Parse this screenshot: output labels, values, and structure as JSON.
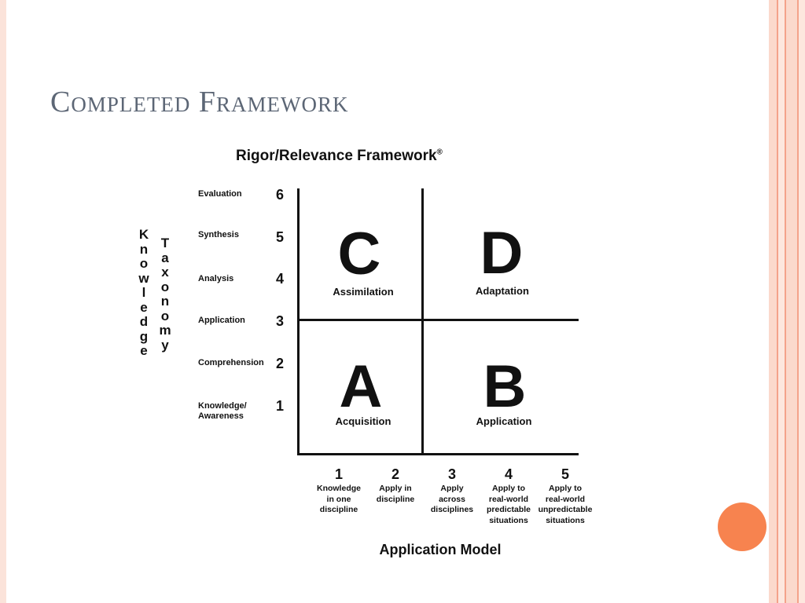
{
  "slide": {
    "title": "Completed Framework"
  },
  "diagram": {
    "title": "Rigor/Relevance Framework",
    "title_mark": "®",
    "y_axis": {
      "word1": "Knowledge",
      "word2": "Taxonomy",
      "levels": [
        {
          "num": "6",
          "label": "Evaluation"
        },
        {
          "num": "5",
          "label": "Synthesis"
        },
        {
          "num": "4",
          "label": "Analysis"
        },
        {
          "num": "3",
          "label": "Application"
        },
        {
          "num": "2",
          "label": "Comprehension"
        },
        {
          "num": "1",
          "label": "Knowledge/\nAwareness"
        }
      ]
    },
    "quadrants": [
      {
        "letter": "C",
        "name": "Assimilation"
      },
      {
        "letter": "D",
        "name": "Adaptation"
      },
      {
        "letter": "A",
        "name": "Acquisition"
      },
      {
        "letter": "B",
        "name": "Application"
      }
    ],
    "x_axis": {
      "title": "Application Model",
      "levels": [
        {
          "num": "1",
          "label": "Knowledge\nin one\ndiscipline"
        },
        {
          "num": "2",
          "label": "Apply in\ndiscipline"
        },
        {
          "num": "3",
          "label": "Apply\nacross\ndisciplines"
        },
        {
          "num": "4",
          "label": "Apply to\nreal-world\npredictable\nsituations"
        },
        {
          "num": "5",
          "label": "Apply to\nreal-world\nunpredictable\nsituations"
        }
      ]
    }
  },
  "colors": {
    "accent": "#f7834f",
    "title": "#5c6675",
    "stripes": "#fbd9cc"
  }
}
